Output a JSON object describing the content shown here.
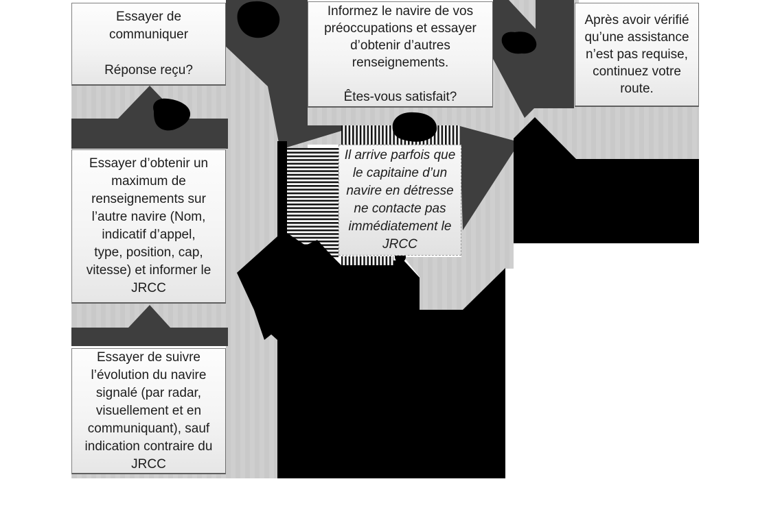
{
  "palette": {
    "charcoal_connector": "#3e3e3e",
    "silver_backdrop": "#c9c9c9",
    "redaction_black": "#000000",
    "box_border": "#7f7f7f",
    "text_color": "#1c1c1c"
  },
  "flowchart": {
    "boxes": {
      "communicate": {
        "lines": [
          "Essayer de",
          "communiquer",
          "",
          "Réponse reçu?"
        ]
      },
      "inform": {
        "lines": [
          "Informez le navire de vos",
          "préoccupations et essayer",
          "d’obtenir d’autres",
          "renseignements.",
          "",
          "Êtes-vous satisfait?"
        ]
      },
      "continue_route": {
        "lines": [
          "Après avoir vérifié",
          "qu’une assistance",
          "n’est pas requise,",
          "continuez votre",
          "route."
        ]
      },
      "note": {
        "lines": [
          "Il arrive parfois que",
          "le capitaine d’un",
          "navire en détresse",
          "ne contacte pas",
          "immédiatement le",
          "JRCC"
        ]
      },
      "gather_info": {
        "lines": [
          "Essayer d’obtenir un",
          "maximum de",
          "renseignements sur",
          "l’autre navire (Nom,",
          "indicatif d’appel,",
          "type, position, cap,",
          "vitesse) et informer le",
          "JRCC"
        ]
      },
      "track_vessel": {
        "lines": [
          "Essayer de suivre",
          "l’évolution du navire",
          "signalé (par radar,",
          "visuellement et en",
          "communiquant), sauf",
          "indication contraire du",
          "JRCC"
        ]
      }
    }
  }
}
